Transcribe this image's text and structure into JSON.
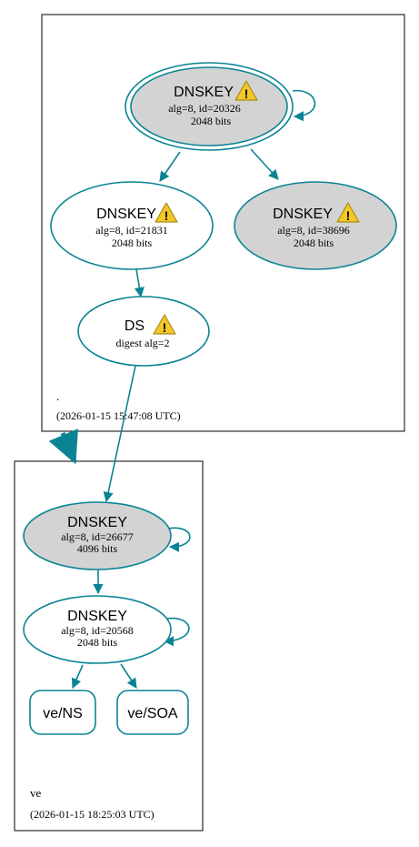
{
  "colors": {
    "edge": "#0a8494",
    "node_stroke": "#0a8494",
    "filled_node": "#d3d3d3",
    "warning_fill": "#f3c728",
    "warning_stroke": "#a98d17",
    "box_stroke": "#000000"
  },
  "zones": {
    "root": {
      "name": ".",
      "timestamp": "(2026-01-15 15:47:08 UTC)"
    },
    "ve": {
      "name": "ve",
      "timestamp": "(2026-01-15 18:25:03 UTC)"
    }
  },
  "nodes": {
    "ksk_root": {
      "title": "DNSKEY",
      "line1": "alg=8, id=20326",
      "line2": "2048 bits",
      "warning_icon": "warning-icon"
    },
    "zsk_root_1": {
      "title": "DNSKEY",
      "line1": "alg=8, id=21831",
      "line2": "2048 bits",
      "warning_icon": "warning-icon"
    },
    "zsk_root_2": {
      "title": "DNSKEY",
      "line1": "alg=8, id=38696",
      "line2": "2048 bits",
      "warning_icon": "warning-icon"
    },
    "ds_ve": {
      "title": "DS",
      "line1": "digest alg=2",
      "warning_icon": "warning-icon"
    },
    "ksk_ve": {
      "title": "DNSKEY",
      "line1": "alg=8, id=26677",
      "line2": "4096 bits"
    },
    "zsk_ve": {
      "title": "DNSKEY",
      "line1": "alg=8, id=20568",
      "line2": "2048 bits"
    },
    "rr_ns": {
      "label": "ve/NS"
    },
    "rr_soa": {
      "label": "ve/SOA"
    }
  },
  "warning_glyph": "!"
}
